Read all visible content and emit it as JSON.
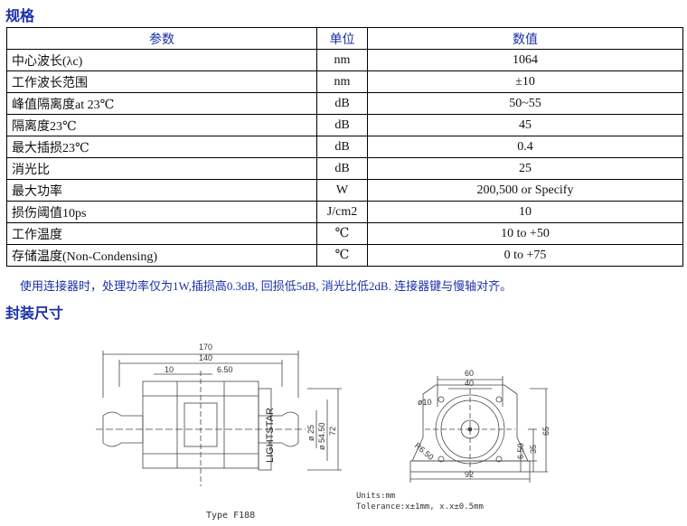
{
  "spec_title": "规格",
  "package_title": "封装尺寸",
  "table": {
    "headers": [
      "参数",
      "单位",
      "数值"
    ],
    "rows": [
      [
        "中心波长(λc)",
        "nm",
        "1064"
      ],
      [
        "工作波长范围",
        "nm",
        "±10"
      ],
      [
        "峰值隔离度at 23℃",
        "dB",
        "50~55"
      ],
      [
        "隔离度23℃",
        "dB",
        "45"
      ],
      [
        "最大插损23℃",
        "dB",
        "0.4"
      ],
      [
        "消光比",
        "dB",
        "25"
      ],
      [
        "最大功率",
        "W",
        "200,500 or Specify"
      ],
      [
        "损伤阈值10ps",
        "J/cm2",
        "10"
      ],
      [
        "工作温度",
        "℃",
        "10 to +50"
      ],
      [
        "存储温度(Non-Condensing)",
        "℃",
        "0 to +75"
      ]
    ]
  },
  "note": "使用连接器时，处理功率仅为1W,插损高0.3dB, 回损低5dB, 消光比低2dB. 连接器键与慢轴对齐。",
  "drawing": {
    "side_dims": [
      "170",
      "140",
      "10",
      "6.50"
    ],
    "side_vertical_dims": [
      "ø 25",
      "ø 54.50",
      "72"
    ],
    "brand": "LIGHTSTAR",
    "front_dims": [
      "60",
      "40",
      "ø10",
      "R6.50",
      "6.50",
      "35",
      "65",
      "92"
    ],
    "type_label": "Type F188",
    "units": "Units:mm",
    "tolerance": "Tolerance:x±1mm, x.x±0.5mm"
  }
}
